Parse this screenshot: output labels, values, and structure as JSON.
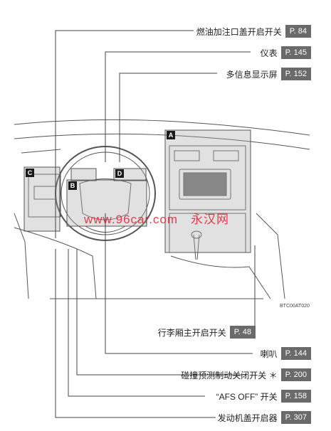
{
  "callouts": [
    {
      "text": "燃油加注口盖开启开关",
      "page": "P. 84"
    },
    {
      "text": "仪表",
      "page": "P. 145"
    },
    {
      "text": "多信息显示屏",
      "page": "P. 152"
    },
    {
      "text": "行李厢主开启开关",
      "page": "P. 48"
    },
    {
      "text": "喇叭",
      "page": "P. 144"
    },
    {
      "text": "碰撞预测制动关闭开关 ＊",
      "page": "P. 200"
    },
    {
      "text": "“AFS OFF” 开关",
      "page": "P. 158"
    },
    {
      "text": "发动机盖开启器",
      "page": "P. 307"
    }
  ],
  "area_labels": {
    "a": "A",
    "b": "B",
    "c": "C",
    "d": "D"
  },
  "image_code": "BTC00AT020",
  "watermark": {
    "url": "www.96car.com",
    "cn": "永汉网"
  }
}
